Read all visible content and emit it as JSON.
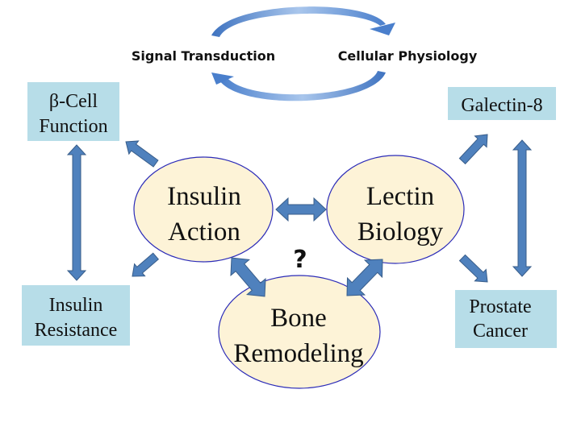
{
  "colors": {
    "box_fill": "#b7dde8",
    "oval_fill": "#fdf3d7",
    "oval_stroke": "#2b2bb8",
    "arrow_fill": "#4f81bd",
    "arrow_stroke": "#385d8a",
    "cycle_arrow": "#5b8fd0"
  },
  "cycle": {
    "left_label": "Signal Transduction",
    "right_label": "Cellular Physiology"
  },
  "boxes": {
    "beta_cell": {
      "line1": "β-Cell",
      "line2": "Function"
    },
    "insulin_resistance": {
      "line1": "Insulin",
      "line2": "Resistance"
    },
    "galectin": {
      "line1": "Galectin-8"
    },
    "prostate": {
      "line1": "Prostate",
      "line2": "Cancer"
    }
  },
  "ovals": {
    "insulin_action": {
      "line1": "Insulin",
      "line2": "Action"
    },
    "lectin_biology": {
      "line1": "Lectin",
      "line2": "Biology"
    },
    "bone_remodeling": {
      "line1": "Bone",
      "line2": "Remodeling"
    }
  },
  "question_mark": "?"
}
